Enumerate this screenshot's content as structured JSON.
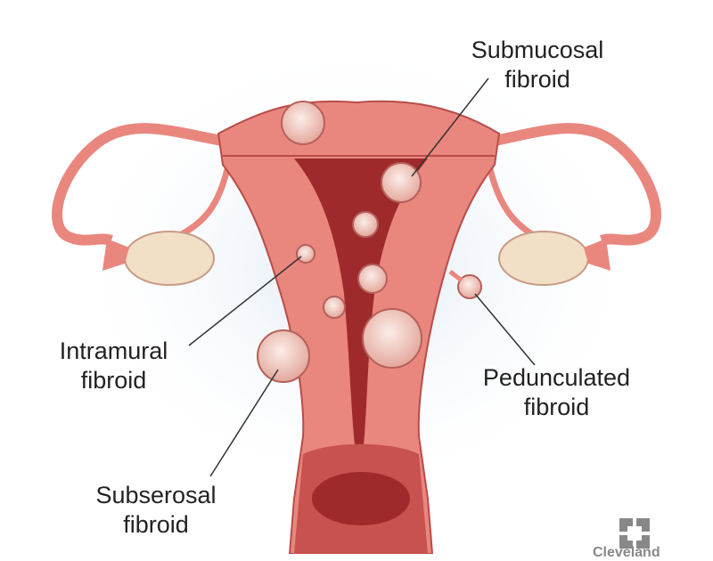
{
  "labels": {
    "submucosal": "Submucosal\nfibroid",
    "intramural": "Intramural\nfibroid",
    "subserosal": "Subserosal\nfibroid",
    "pedunculated": "Pedunculated\nfibroid"
  },
  "logo": {
    "text": "Cleveland"
  },
  "colors": {
    "tissue": "#e9877f",
    "tissue_dark": "#c8524f",
    "cavity": "#9e2a2b",
    "fibroid": "#f3d9d0",
    "ovary": "#f1dfc6",
    "halo": "#e6eef6"
  }
}
